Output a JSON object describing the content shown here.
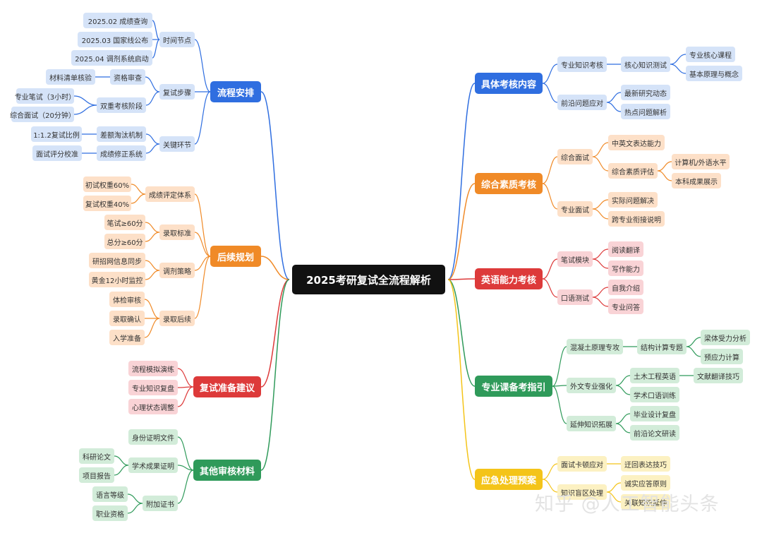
{
  "root": "2025考研复试全流程解析",
  "left": {
    "process": {
      "label": "流程安排",
      "timeline": {
        "label": "时间节点",
        "items": [
          "2025.02 成绩查询",
          "2025.03 国家线公布",
          "2025.04 调剂系统启动"
        ]
      },
      "steps": {
        "label": "复试步骤",
        "qualify": {
          "label": "资格审查",
          "item": "材料清单核验"
        },
        "dual": {
          "label": "双重考核阶段",
          "items": [
            "专业笔试（3小时）",
            "综合面试（20分钟）"
          ]
        }
      },
      "key": {
        "label": "关键环节",
        "elim": {
          "label": "差额淘汰机制",
          "item": "1:1.2复试比例"
        },
        "correct": {
          "label": "成绩修正系统",
          "item": "面试评分校准"
        }
      }
    },
    "followup": {
      "label": "后续规划",
      "score": {
        "label": "成绩评定体系",
        "items": [
          "初试权重60%",
          "复试权重40%"
        ]
      },
      "admit": {
        "label": "录取标准",
        "items": [
          "笔试≥60分",
          "总分≥60分"
        ]
      },
      "adjust": {
        "label": "调剂策略",
        "items": [
          "研招网信息同步",
          "黄金12小时监控"
        ]
      },
      "after": {
        "label": "录取后续",
        "items": [
          "体检审核",
          "录取确认",
          "入学准备"
        ]
      }
    },
    "advice": {
      "label": "复试准备建议",
      "items": [
        "流程模拟演练",
        "专业知识复盘",
        "心理状态调整"
      ]
    },
    "materials": {
      "label": "其他审核材料",
      "id": "身份证明文件",
      "academic": {
        "label": "学术成果证明",
        "items": [
          "科研论文",
          "项目报告"
        ]
      },
      "extra": {
        "label": "附加证书",
        "items": [
          "语言等级",
          "职业资格"
        ]
      }
    }
  },
  "right": {
    "content": {
      "label": "具体考核内容",
      "knowledge": {
        "label": "专业知识考核",
        "core": {
          "label": "核心知识测试",
          "items": [
            "专业核心课程",
            "基本原理与概念"
          ]
        }
      },
      "frontier": {
        "label": "前沿问题应对",
        "items": [
          "最新研究动态",
          "热点问题解析"
        ]
      }
    },
    "quality": {
      "label": "综合素质考核",
      "interview": {
        "label": "综合面试",
        "expr": "中英文表达能力",
        "eval": {
          "label": "综合素质评估",
          "items": [
            "计算机/外语水平",
            "本科成果展示"
          ]
        }
      },
      "pro": {
        "label": "专业面试",
        "items": [
          "实际问题解决",
          "跨专业衔接说明"
        ]
      }
    },
    "english": {
      "label": "英语能力考核",
      "written": {
        "label": "笔试模块",
        "items": [
          "阅读翻译",
          "写作能力"
        ]
      },
      "oral": {
        "label": "口语测试",
        "items": [
          "自我介绍",
          "专业问答"
        ]
      }
    },
    "guide": {
      "label": "专业课备考指引",
      "concrete": {
        "label": "混凝土原理专攻",
        "calc": {
          "label": "结构计算专题",
          "items": [
            "梁体受力分析",
            "预应力计算"
          ]
        }
      },
      "foreign": {
        "label": "外文专业强化",
        "civil": {
          "label": "土木工程英语",
          "item": "文献翻译技巧"
        },
        "oral": "学术口语训练"
      },
      "extend": {
        "label": "延伸知识拓展",
        "items": [
          "毕业设计复盘",
          "前沿论文研读"
        ]
      }
    },
    "emergency": {
      "label": "应急处理预案",
      "stuck": {
        "label": "面试卡顿应对",
        "item": "迂回表达技巧"
      },
      "blind": {
        "label": "知识盲区处理",
        "items": [
          "诚实应答原则",
          "关联知识延伸"
        ]
      }
    }
  },
  "watermark": "知乎 @人工智能头条",
  "colors": {
    "blue": "#2f6ee0",
    "orange": "#f08a27",
    "red": "#dd3a3a",
    "green": "#2f9a5a",
    "yellow": "#f4c419",
    "root": "#111111"
  }
}
